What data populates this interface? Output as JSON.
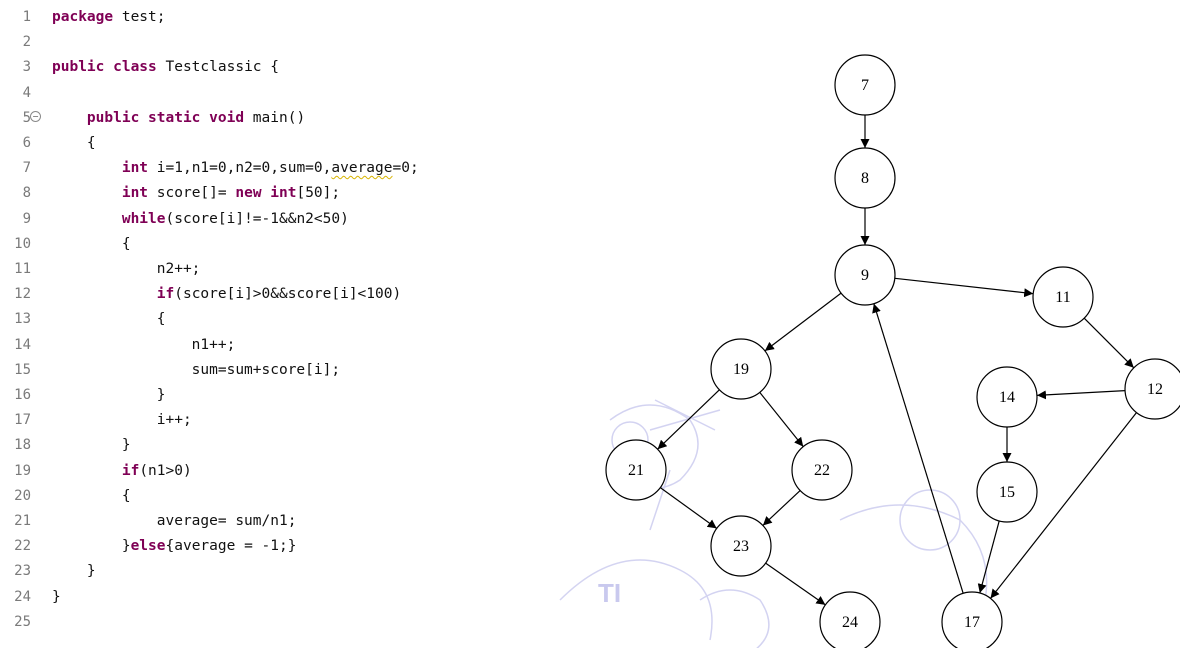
{
  "code_lines": [
    {
      "n": "1",
      "segs": [
        {
          "t": "package",
          "k": 1
        },
        {
          "t": " test;"
        }
      ]
    },
    {
      "n": "2",
      "segs": []
    },
    {
      "n": "3",
      "segs": [
        {
          "t": "public class",
          "k": 1
        },
        {
          "t": " Testclassic {"
        }
      ]
    },
    {
      "n": "4",
      "segs": []
    },
    {
      "n": "5",
      "fold": true,
      "segs": [
        {
          "t": "    "
        },
        {
          "t": "public static void",
          "k": 1
        },
        {
          "t": " main()"
        }
      ]
    },
    {
      "n": "6",
      "segs": [
        {
          "t": "    {"
        }
      ]
    },
    {
      "n": "7",
      "segs": [
        {
          "t": "        "
        },
        {
          "t": "int",
          "k": 1
        },
        {
          "t": " i=1,n1=0,n2=0,sum=0,"
        },
        {
          "t": "average",
          "w": 1
        },
        {
          "t": "=0;"
        }
      ]
    },
    {
      "n": "8",
      "segs": [
        {
          "t": "        "
        },
        {
          "t": "int",
          "k": 1
        },
        {
          "t": " score[]= "
        },
        {
          "t": "new int",
          "k": 1
        },
        {
          "t": "[50];"
        }
      ]
    },
    {
      "n": "9",
      "segs": [
        {
          "t": "        "
        },
        {
          "t": "while",
          "k": 1
        },
        {
          "t": "(score[i]!=-1&&n2<50)"
        }
      ]
    },
    {
      "n": "10",
      "segs": [
        {
          "t": "        {"
        }
      ]
    },
    {
      "n": "11",
      "segs": [
        {
          "t": "            n2++;"
        }
      ]
    },
    {
      "n": "12",
      "segs": [
        {
          "t": "            "
        },
        {
          "t": "if",
          "k": 1
        },
        {
          "t": "(score[i]>0&&score[i]<100)"
        }
      ]
    },
    {
      "n": "13",
      "segs": [
        {
          "t": "            {"
        }
      ]
    },
    {
      "n": "14",
      "segs": [
        {
          "t": "                n1++;"
        }
      ]
    },
    {
      "n": "15",
      "segs": [
        {
          "t": "                sum=sum+score[i];"
        }
      ]
    },
    {
      "n": "16",
      "segs": [
        {
          "t": "            }"
        }
      ]
    },
    {
      "n": "17",
      "segs": [
        {
          "t": "            i++;"
        }
      ]
    },
    {
      "n": "18",
      "segs": [
        {
          "t": "        }"
        }
      ]
    },
    {
      "n": "19",
      "segs": [
        {
          "t": "        "
        },
        {
          "t": "if",
          "k": 1
        },
        {
          "t": "(n1>0)"
        }
      ]
    },
    {
      "n": "20",
      "segs": [
        {
          "t": "        {"
        }
      ]
    },
    {
      "n": "21",
      "segs": [
        {
          "t": "            average= sum/n1;"
        }
      ]
    },
    {
      "n": "22",
      "segs": [
        {
          "t": "        }"
        },
        {
          "t": "else",
          "k": 1
        },
        {
          "t": "{average = -1;}"
        }
      ]
    },
    {
      "n": "23",
      "segs": [
        {
          "t": "    }"
        }
      ]
    },
    {
      "n": "24",
      "segs": [
        {
          "t": "}"
        }
      ]
    },
    {
      "n": "25",
      "segs": []
    }
  ],
  "graph": {
    "nodes": [
      "7",
      "8",
      "9",
      "11",
      "12",
      "14",
      "15",
      "17",
      "19",
      "21",
      "22",
      "23",
      "24"
    ],
    "edges": [
      [
        "7",
        "8"
      ],
      [
        "8",
        "9"
      ],
      [
        "9",
        "11"
      ],
      [
        "9",
        "19"
      ],
      [
        "11",
        "12"
      ],
      [
        "12",
        "14"
      ],
      [
        "12",
        "17"
      ],
      [
        "14",
        "15"
      ],
      [
        "15",
        "17"
      ],
      [
        "17",
        "9"
      ],
      [
        "19",
        "21"
      ],
      [
        "19",
        "22"
      ],
      [
        "21",
        "23"
      ],
      [
        "22",
        "23"
      ],
      [
        "23",
        "24"
      ]
    ]
  },
  "watermark": {
    "text": "TI"
  },
  "colors": {
    "keyword": "#7f0055",
    "line_number": "#7a7a7a",
    "node_stroke": "#000000"
  }
}
